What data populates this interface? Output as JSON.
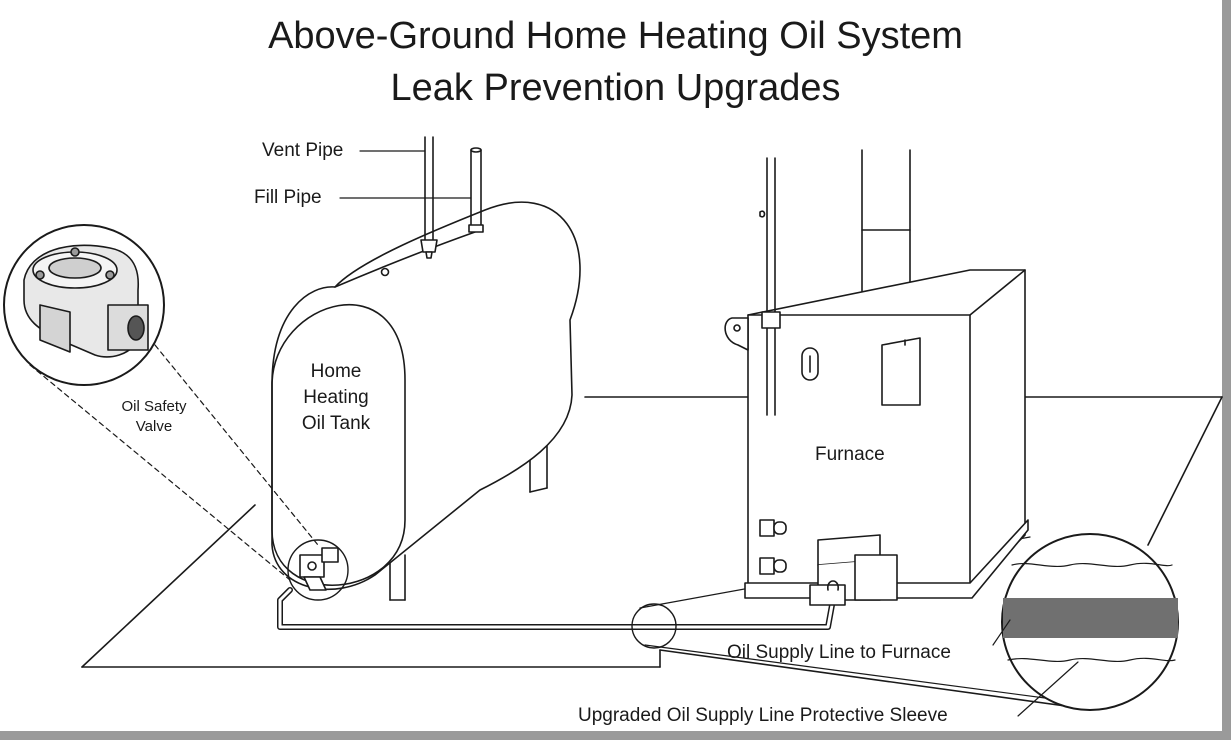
{
  "title": {
    "line1": "Above-Ground Home Heating Oil System",
    "line2": "Leak Prevention Upgrades"
  },
  "labels": {
    "vent_pipe": "Vent Pipe",
    "fill_pipe": "Fill Pipe",
    "tank_line1": "Home",
    "tank_line2": "Heating",
    "tank_line3": "Oil Tank",
    "valve_line1": "Oil Safety",
    "valve_line2": "Valve",
    "furnace": "Furnace",
    "supply_line": "Oil Supply Line to Furnace",
    "sleeve": "Upgraded Oil Supply Line Protective Sleeve"
  },
  "colors": {
    "ink": "#1a1a1a",
    "sleeve_band": "#707070",
    "frame_shadow": "#9a9a9a"
  }
}
